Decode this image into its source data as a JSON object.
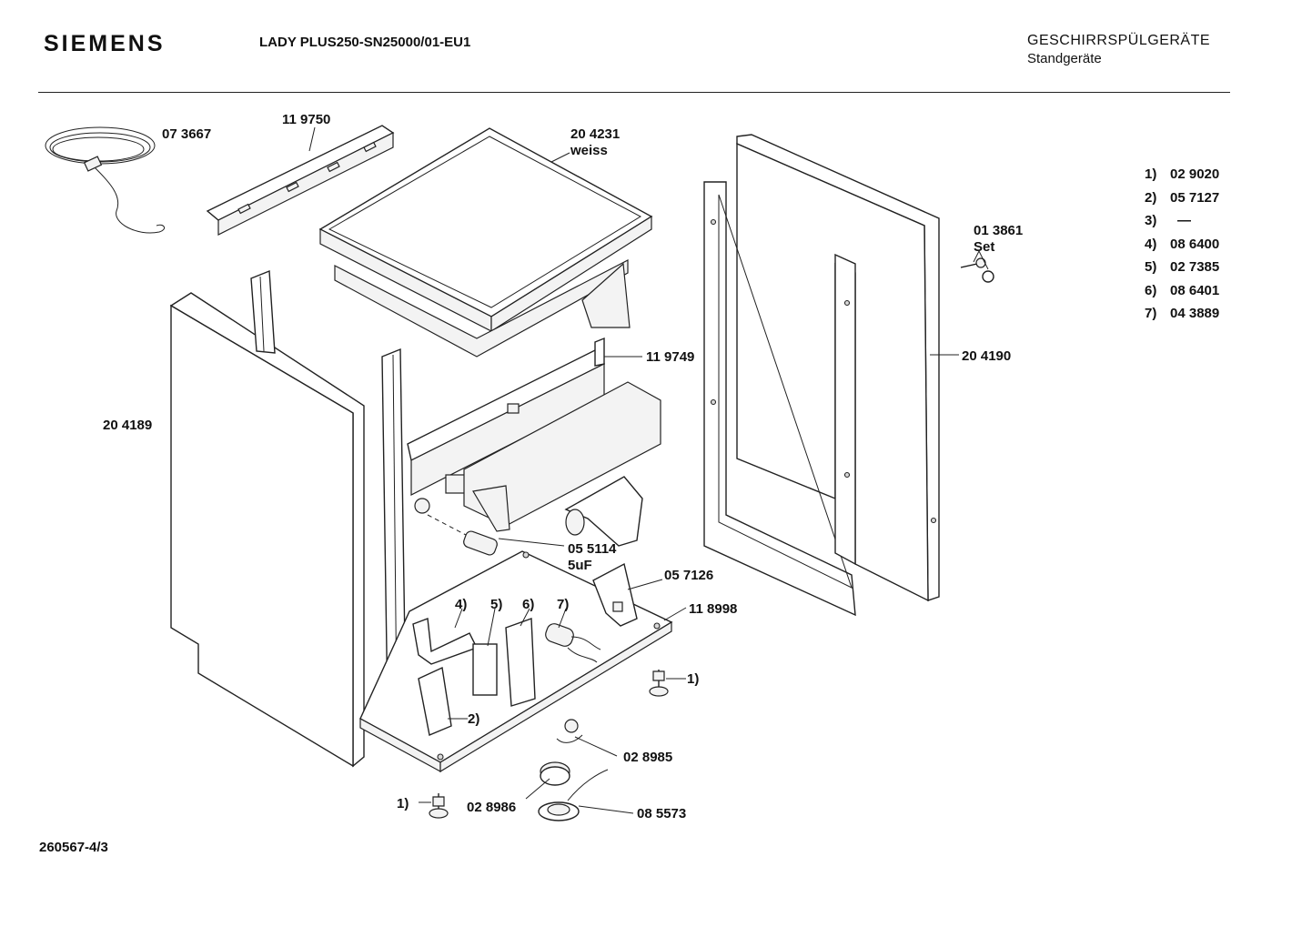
{
  "header": {
    "brand": "SIEMENS",
    "model": "LADY PLUS250-SN25000/01-EU1",
    "category": "GESCHIRRSPÜLGERÄTE",
    "subcategory": "Standgeräte"
  },
  "footer": {
    "doc_id": "260567-4/3"
  },
  "parts": {
    "cord": "07 3667",
    "rail": "11 9750",
    "worktop_num": "20 4231",
    "worktop_color": "weiss",
    "screw_set_num": "01 3861",
    "screw_set_word": "Set",
    "side_right": "20 4190",
    "side_left": "20 4189",
    "front_rail": "11 9749",
    "capacitor_num": "05 5114",
    "capacitor_val": "5uF",
    "bracket": "05 7126",
    "base": "11 8998",
    "float_switch": "02 8985",
    "float": "02 8986",
    "float_holder": "08 5573",
    "callouts": {
      "c1": "1)",
      "c2": "2)",
      "c4": "4)",
      "c5": "5)",
      "c6": "6)",
      "c7": "7)"
    }
  },
  "legend": [
    {
      "key": "1)",
      "value": "02 9020"
    },
    {
      "key": "2)",
      "value": "05 7127"
    },
    {
      "key": "3)",
      "value": "—"
    },
    {
      "key": "4)",
      "value": "08 6400"
    },
    {
      "key": "5)",
      "value": "02 7385"
    },
    {
      "key": "6)",
      "value": "08 6401"
    },
    {
      "key": "7)",
      "value": "04 3889"
    }
  ]
}
